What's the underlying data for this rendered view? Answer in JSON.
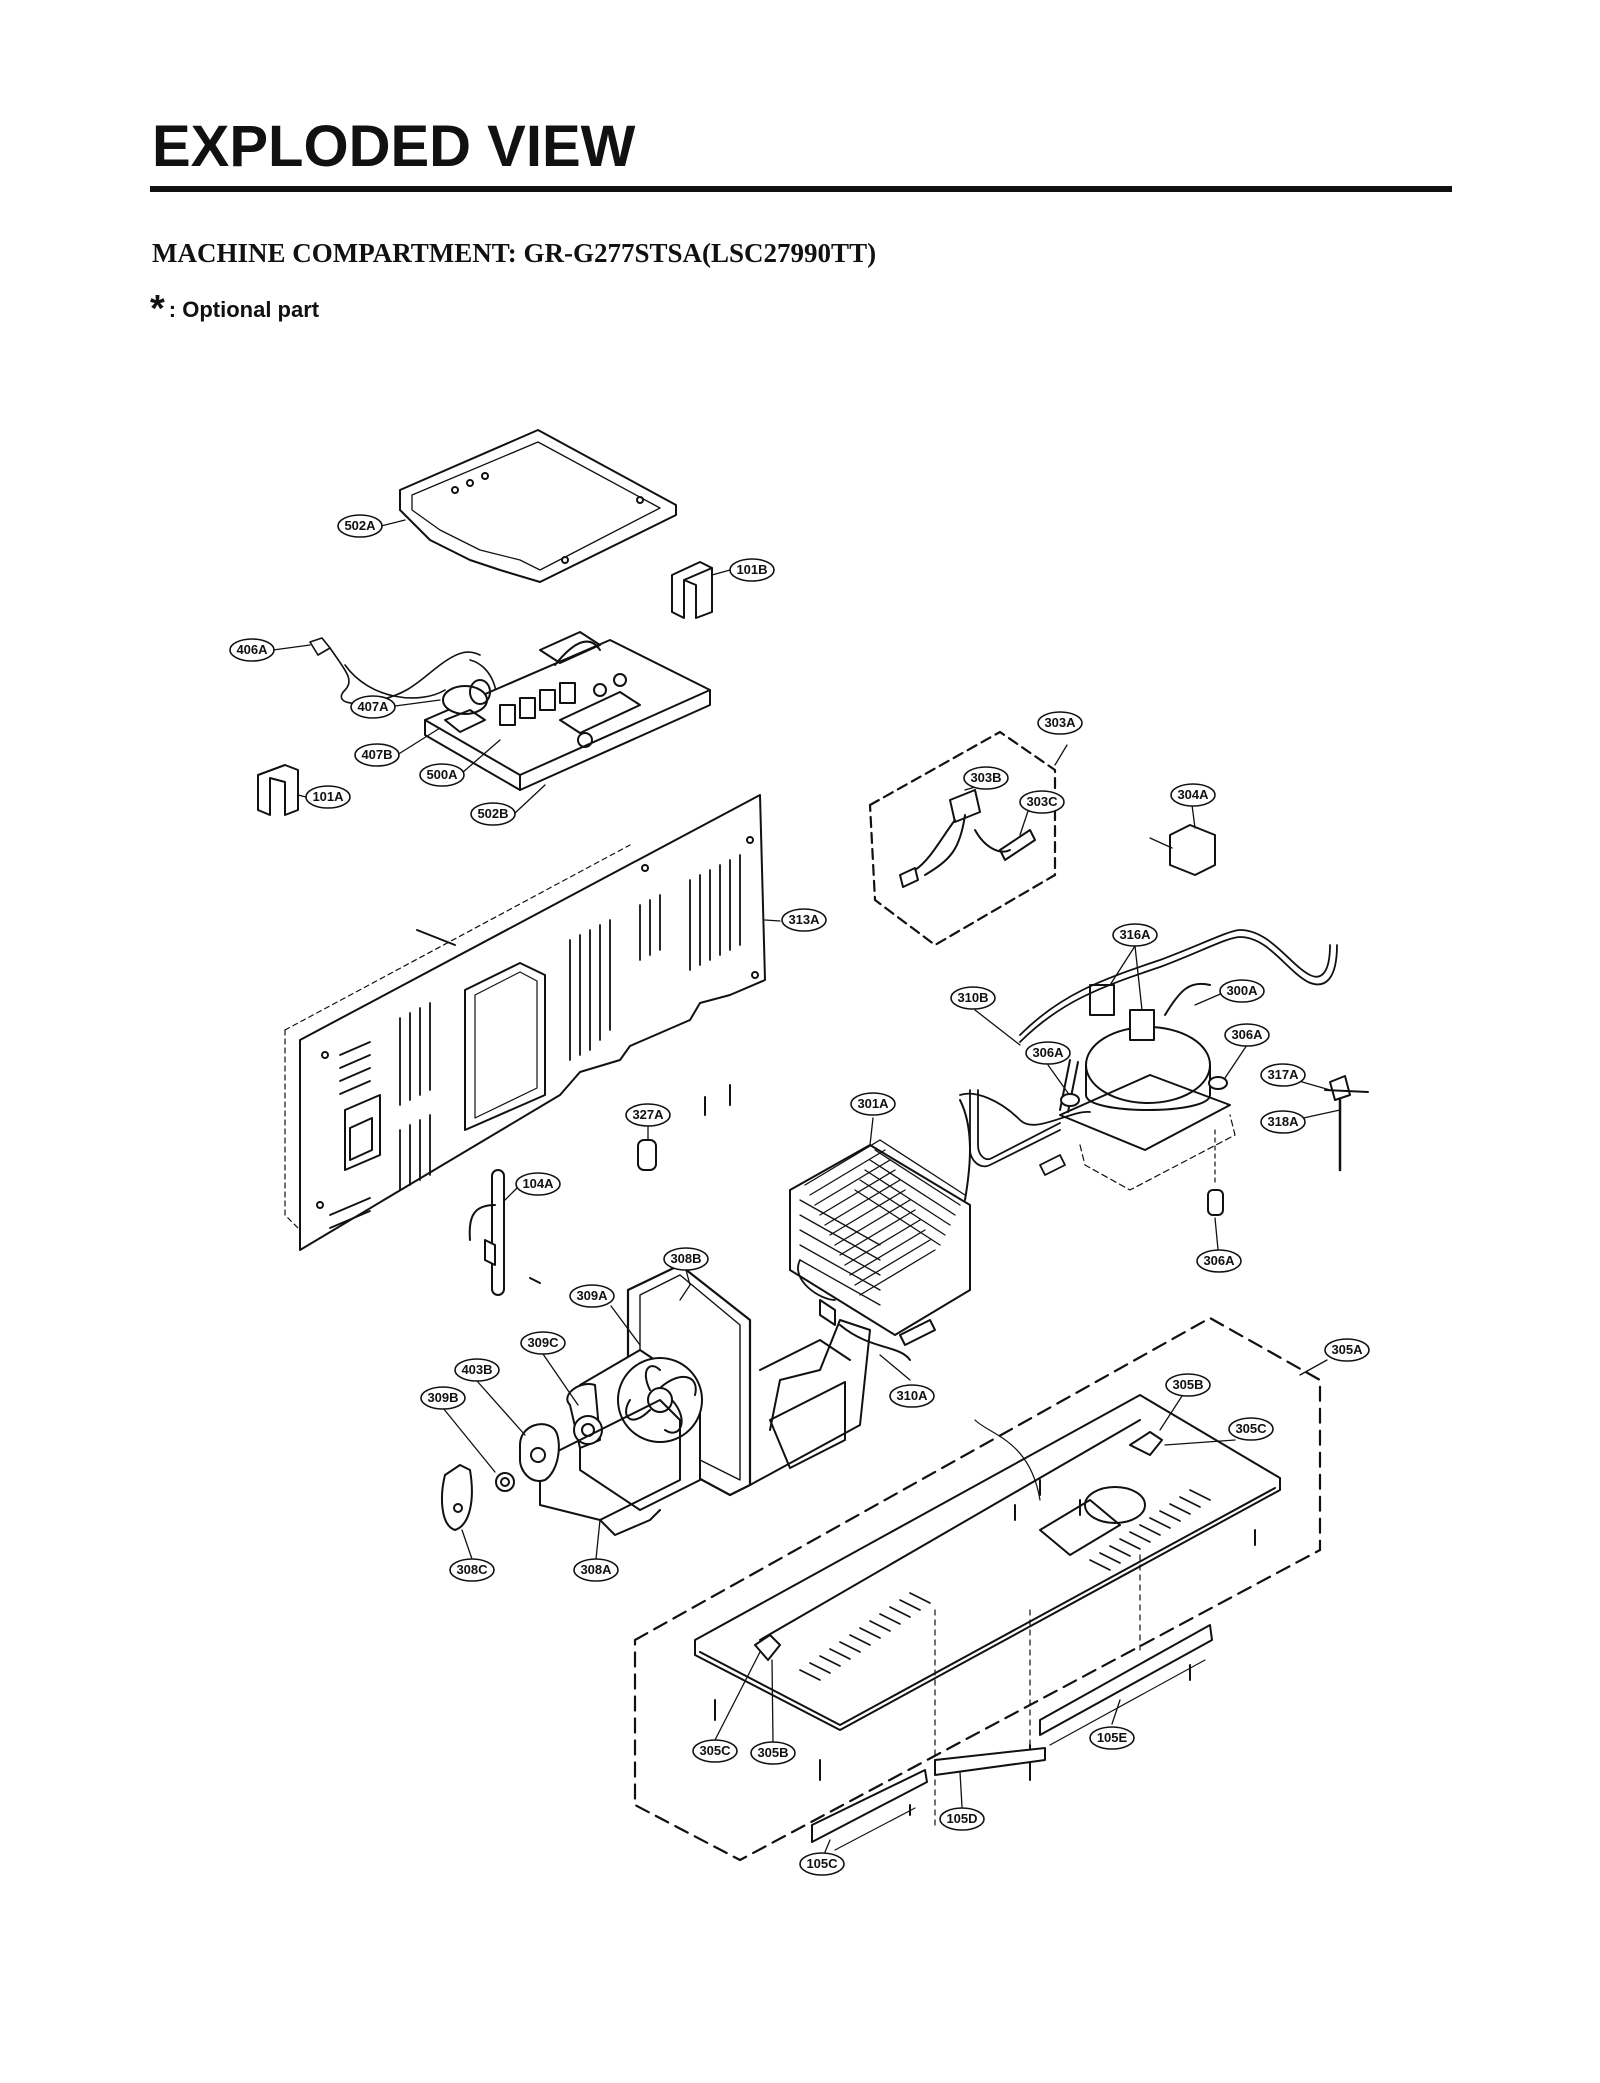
{
  "page": {
    "title": "EXPLODED VIEW",
    "subtitle": "MACHINE COMPARTMENT: GR-G277STSA(LSC27990TT)",
    "optional_star": "*",
    "optional_note": ": Optional part"
  },
  "labels": [
    {
      "id": "502A",
      "text": "502A"
    },
    {
      "id": "101B",
      "text": "101B"
    },
    {
      "id": "406A",
      "text": "406A"
    },
    {
      "id": "407A",
      "text": "407A"
    },
    {
      "id": "407B",
      "text": "407B"
    },
    {
      "id": "500A",
      "text": "500A"
    },
    {
      "id": "502B",
      "text": "502B"
    },
    {
      "id": "101A",
      "text": "101A"
    },
    {
      "id": "303A",
      "text": "303A"
    },
    {
      "id": "303B",
      "text": "303B"
    },
    {
      "id": "303C",
      "text": "303C"
    },
    {
      "id": "304A",
      "text": "304A"
    },
    {
      "id": "313A",
      "text": "313A"
    },
    {
      "id": "316A",
      "text": "316A"
    },
    {
      "id": "310B",
      "text": "310B"
    },
    {
      "id": "300A",
      "text": "300A"
    },
    {
      "id": "306A_1",
      "text": "306A"
    },
    {
      "id": "306A_2",
      "text": "306A"
    },
    {
      "id": "317A",
      "text": "317A"
    },
    {
      "id": "318A",
      "text": "318A"
    },
    {
      "id": "327A",
      "text": "327A"
    },
    {
      "id": "301A",
      "text": "301A"
    },
    {
      "id": "104A",
      "text": "104A"
    },
    {
      "id": "306A_3",
      "text": "306A"
    },
    {
      "id": "308B",
      "text": "308B"
    },
    {
      "id": "309A",
      "text": "309A"
    },
    {
      "id": "403B",
      "text": "403B"
    },
    {
      "id": "309C",
      "text": "309C"
    },
    {
      "id": "309B",
      "text": "309B"
    },
    {
      "id": "310A",
      "text": "310A"
    },
    {
      "id": "305A",
      "text": "305A"
    },
    {
      "id": "305B_1",
      "text": "305B"
    },
    {
      "id": "305C_1",
      "text": "305C"
    },
    {
      "id": "308C",
      "text": "308C"
    },
    {
      "id": "308A",
      "text": "308A"
    },
    {
      "id": "305C_2",
      "text": "305C"
    },
    {
      "id": "305B_2",
      "text": "305B"
    },
    {
      "id": "105E",
      "text": "105E"
    },
    {
      "id": "105D",
      "text": "105D"
    },
    {
      "id": "105C",
      "text": "105C"
    }
  ]
}
